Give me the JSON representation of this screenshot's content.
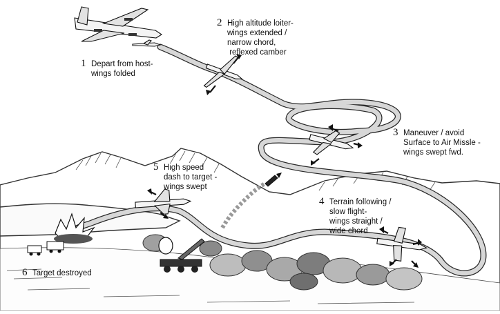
{
  "stages": [
    {
      "number": "1",
      "lines": [
        "Depart from host-",
        "wings folded"
      ]
    },
    {
      "number": "2",
      "lines": [
        "High altitude loiter-",
        "wings extended /",
        "narrow chord,",
        " reflexed camber"
      ]
    },
    {
      "number": "3",
      "lines": [
        "Maneuver / avoid",
        "Surface to Air Missle -",
        "wings swept fwd."
      ]
    },
    {
      "number": "4",
      "lines": [
        "Terrain following /",
        "slow flight-",
        "wings straight /",
        "wide chord"
      ]
    },
    {
      "number": "5",
      "lines": [
        "High speed",
        "dash to target -",
        "wings swept"
      ]
    },
    {
      "number": "6",
      "lines": [
        "Target destroyed"
      ]
    }
  ],
  "colors": {
    "ink": "#111111",
    "ribbon": "#d7d7d7",
    "background": "#ffffff"
  },
  "icons": [
    "host-bomber-icon",
    "uav-icon",
    "missile-icon",
    "explosion-icon",
    "radar-truck-icon",
    "trees-icon"
  ]
}
